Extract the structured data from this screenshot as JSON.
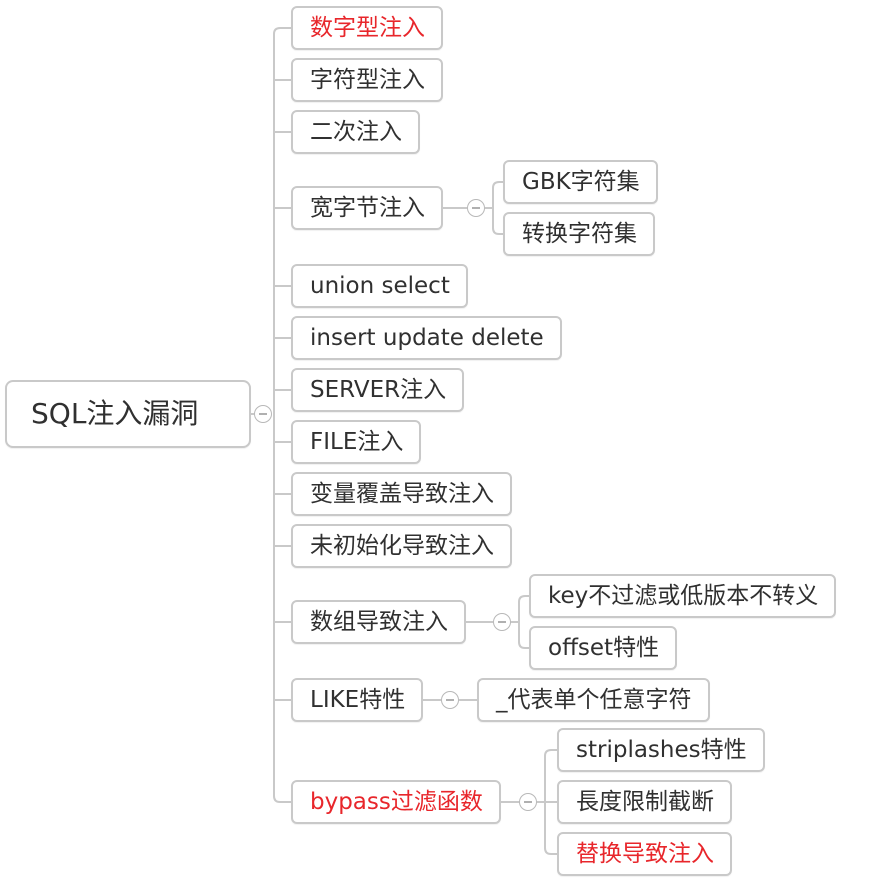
{
  "colors": {
    "line": "#c9c9c9",
    "text": "#303030",
    "highlight": "#e8262b"
  },
  "root": {
    "label": "SQL注入漏洞"
  },
  "branches": [
    {
      "label": "数字型注入",
      "highlight": true
    },
    {
      "label": "字符型注入"
    },
    {
      "label": "二次注入"
    },
    {
      "label": "宽字节注入",
      "children": [
        {
          "label": "GBK字符集"
        },
        {
          "label": "转换字符集"
        }
      ]
    },
    {
      "label": "union select"
    },
    {
      "label": "insert update delete"
    },
    {
      "label": "SERVER注入"
    },
    {
      "label": "FILE注入"
    },
    {
      "label": "变量覆盖导致注入"
    },
    {
      "label": "未初始化导致注入"
    },
    {
      "label": "数组导致注入",
      "children": [
        {
          "label": "key不过滤或低版本不转义"
        },
        {
          "label": "offset特性"
        }
      ]
    },
    {
      "label": "LIKE特性",
      "children": [
        {
          "label": "_代表单个任意字符"
        }
      ]
    },
    {
      "label": "bypass过滤函数",
      "highlight": true,
      "children": [
        {
          "label": "striplashes特性"
        },
        {
          "label": "長度限制截断"
        },
        {
          "label": "替换导致注入",
          "highlight": true
        }
      ]
    }
  ]
}
